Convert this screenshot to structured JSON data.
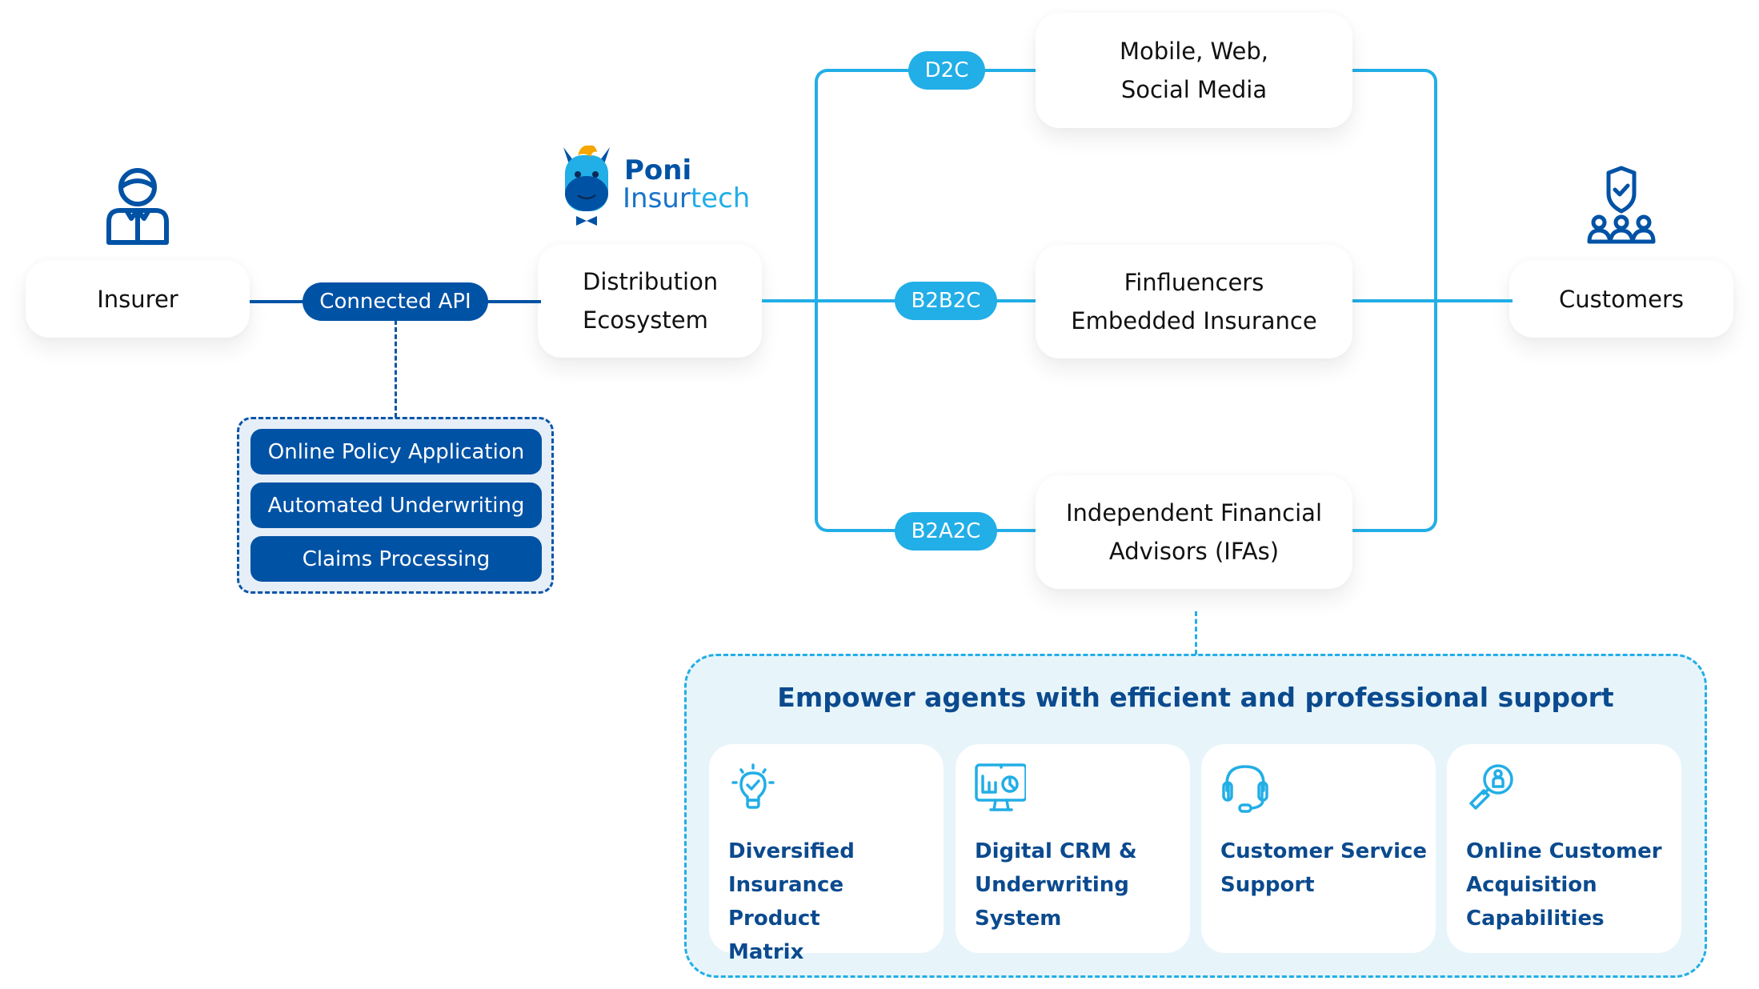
{
  "insurer": {
    "label": "Insurer",
    "icon": "person-icon"
  },
  "connected_api": {
    "label": "Connected API",
    "services": [
      "Online Policy Application",
      "Automated Underwriting",
      "Claims Processing"
    ]
  },
  "brand": {
    "name_top": "Poni",
    "name_bottom_a": "Insur",
    "name_bottom_b": "tech"
  },
  "distribution": {
    "line1": "Distribution",
    "line2": "Ecosystem"
  },
  "channels": [
    {
      "tag": "D2C",
      "line1": "Mobile, Web,",
      "line2": "Social Media"
    },
    {
      "tag": "B2B2C",
      "line1": "Finfluencers",
      "line2": "Embedded Insurance"
    },
    {
      "tag": "B2A2C",
      "line1": "Independent Financial",
      "line2": "Advisors (IFAs)"
    }
  ],
  "customers": {
    "label": "Customers",
    "icon": "shield-group-icon"
  },
  "support": {
    "title": "Empower agents with efficient and professional support",
    "features": [
      {
        "icon": "lightbulb-check-icon",
        "lines": [
          "Diversified",
          "Insurance Product",
          "Matrix"
        ]
      },
      {
        "icon": "monitor-chart-icon",
        "lines": [
          "Digital CRM &",
          "Underwriting",
          "System"
        ]
      },
      {
        "icon": "headset-icon",
        "lines": [
          "Customer Service",
          "Support"
        ]
      },
      {
        "icon": "magnifier-person-icon",
        "lines": [
          "Online Customer",
          "Acquisition",
          "Capabilities"
        ]
      }
    ]
  },
  "colors": {
    "navy": "#0052a5",
    "cyan": "#22aee6",
    "heading": "#0b4a8e",
    "panel": "#e7f5fb"
  }
}
